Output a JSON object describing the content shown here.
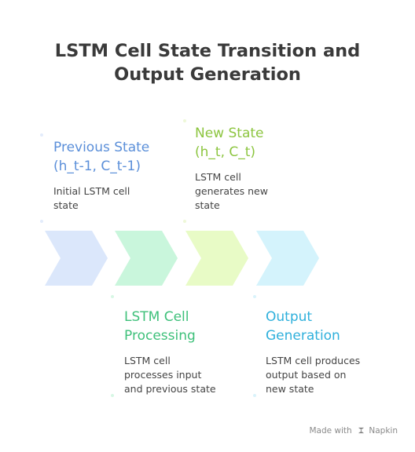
{
  "title": {
    "line1": "LSTM Cell State Transition and",
    "line2": "Output Generation"
  },
  "steps": [
    {
      "title_lines": [
        "Previous State",
        "(h_t-1, C_t-1)"
      ],
      "desc_lines": [
        "Initial LSTM cell",
        "state"
      ],
      "color": "#5b8fd9",
      "chevron_color": "#dbe7fb"
    },
    {
      "title_lines": [
        "LSTM Cell",
        "Processing"
      ],
      "desc_lines": [
        "LSTM cell",
        "processes input",
        "and previous state"
      ],
      "color": "#3ec07a",
      "chevron_color": "#c9f6dc"
    },
    {
      "title_lines": [
        "New State",
        "(h_t, C_t)"
      ],
      "desc_lines": [
        "LSTM cell",
        "generates new",
        "state"
      ],
      "color": "#8cc53f",
      "chevron_color": "#e8fbc6"
    },
    {
      "title_lines": [
        "Output",
        "Generation"
      ],
      "desc_lines": [
        "LSTM cell produces",
        "output based on",
        "new state"
      ],
      "color": "#2fb0dc",
      "chevron_color": "#d4f3fc"
    }
  ],
  "footer": {
    "made_with": "Made with",
    "brand": "Napkin"
  }
}
